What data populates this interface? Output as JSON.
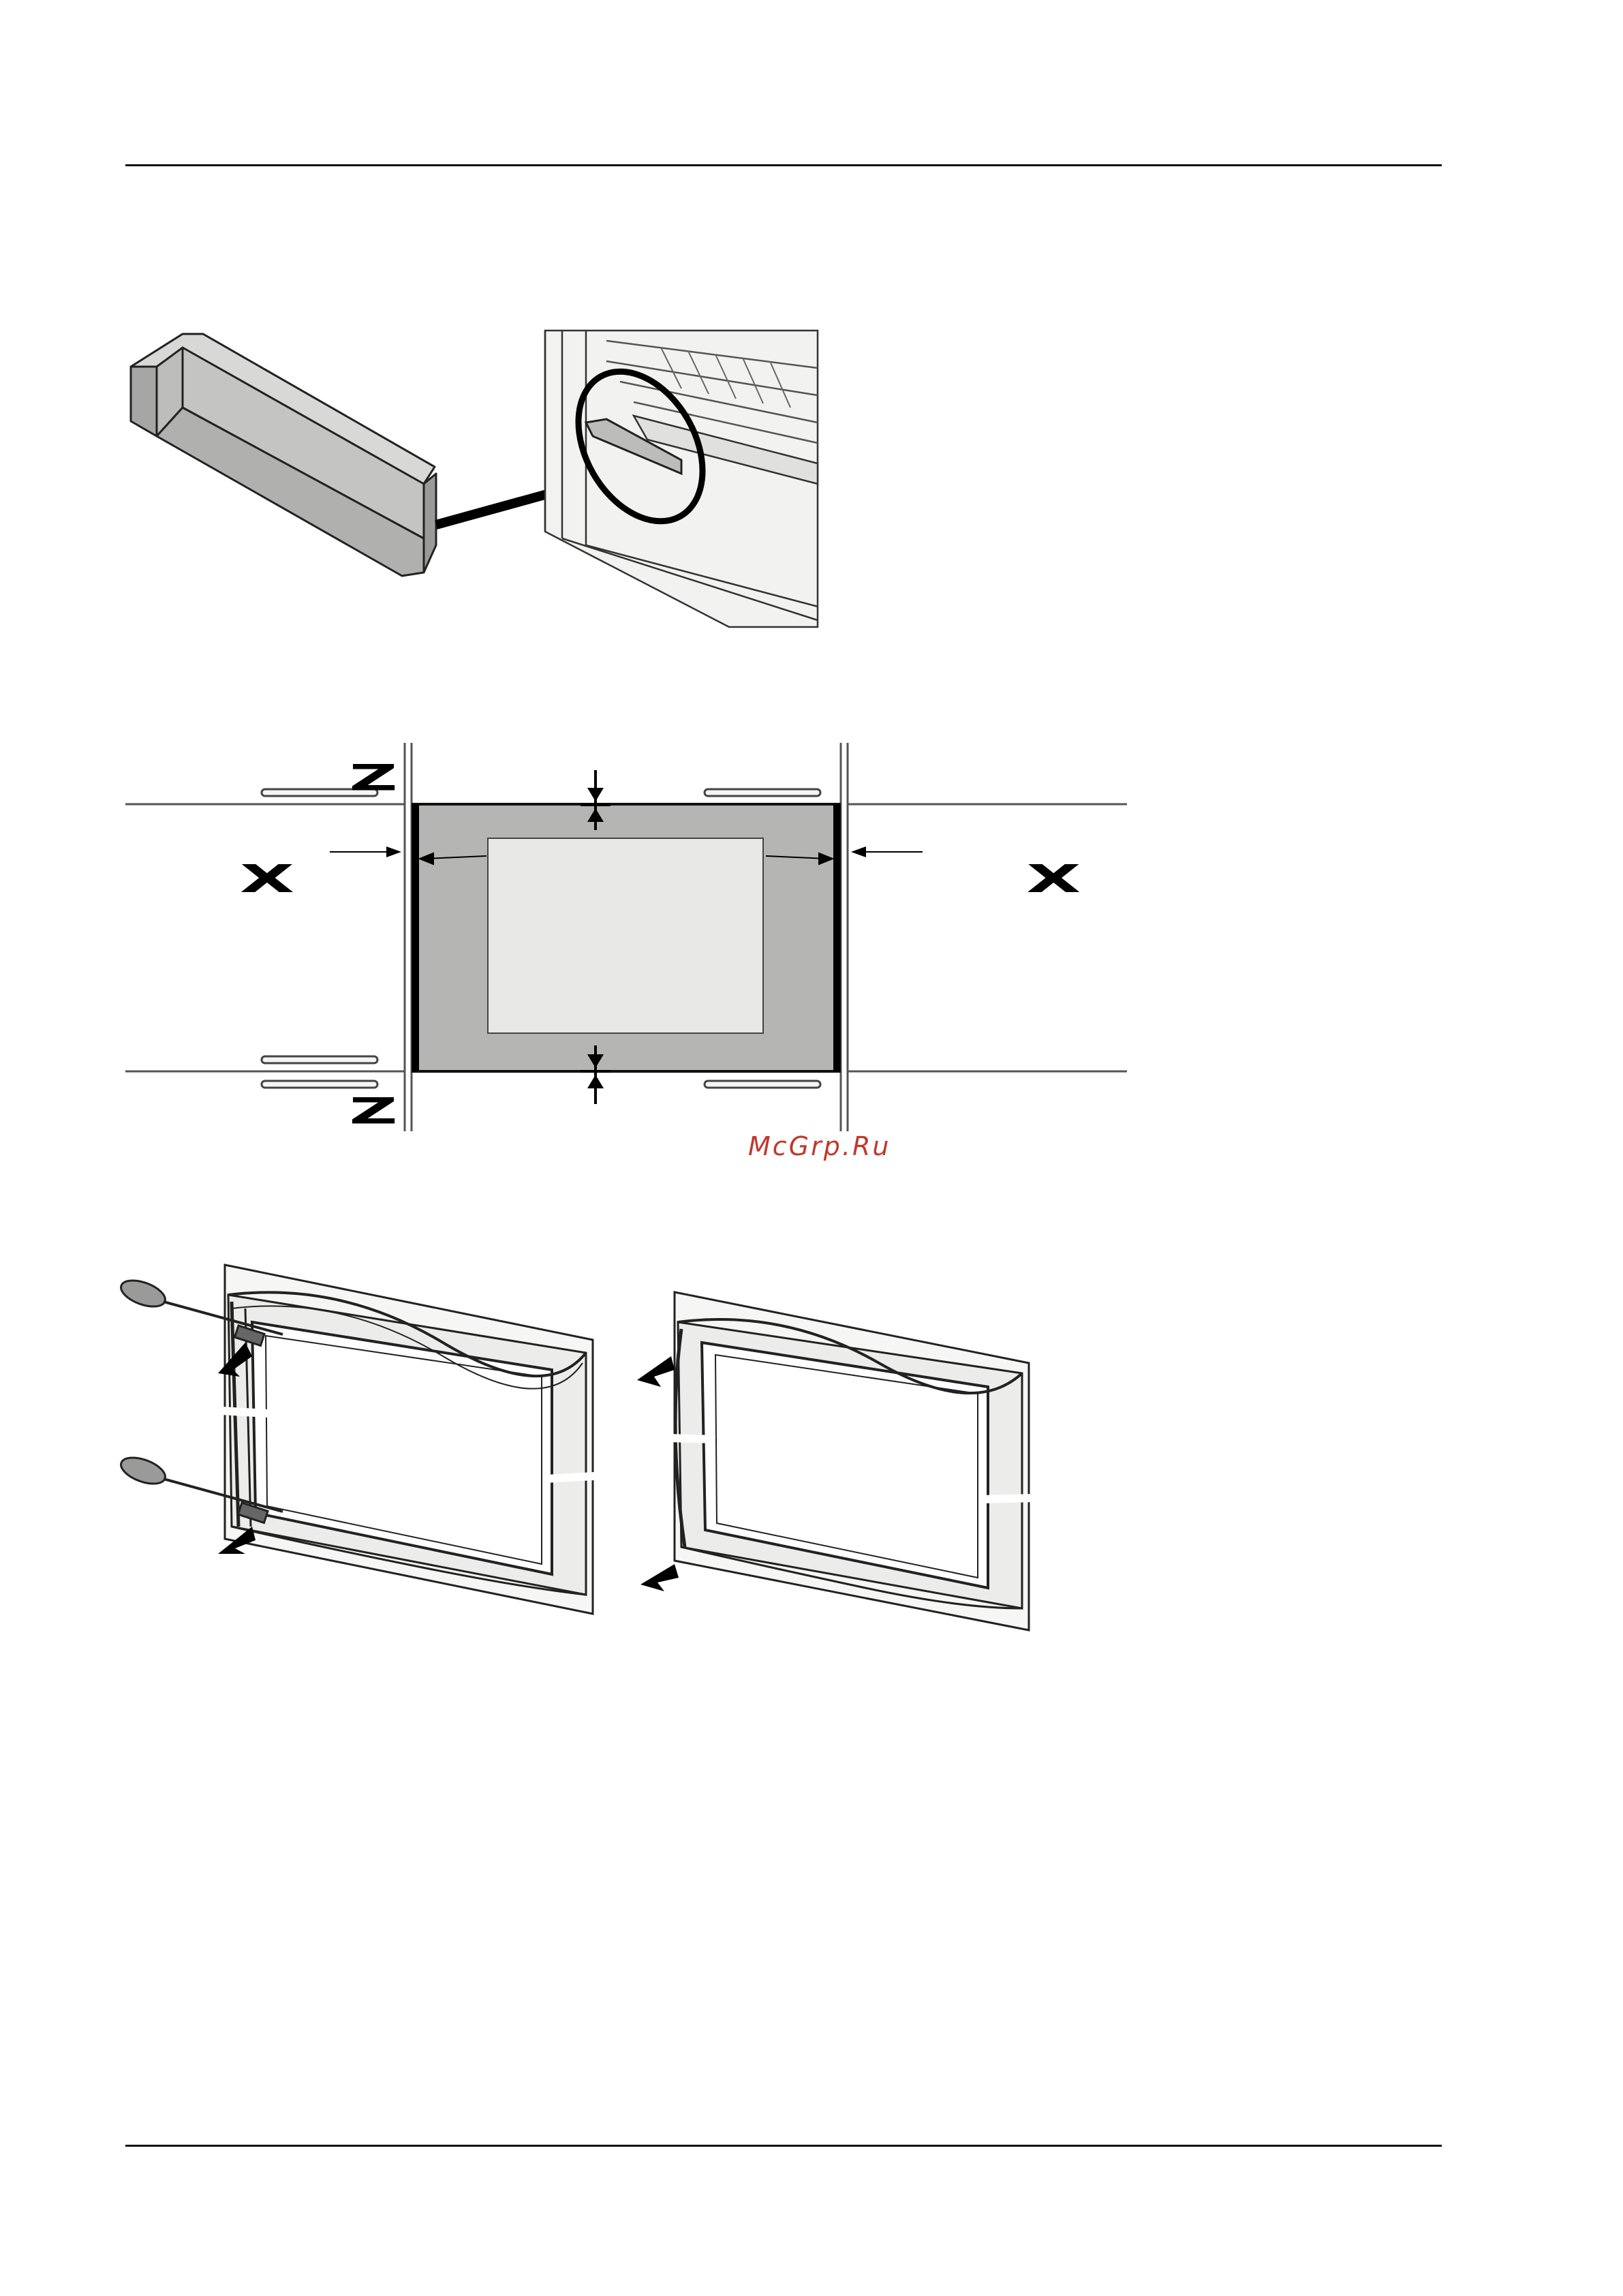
{
  "watermark": {
    "text": "McGrp.Ru",
    "color": "#c0392b"
  },
  "figures": {
    "door_spacer": {
      "icon": "spacer-block-insert-icon"
    },
    "gap_diagram": {
      "side_label": "X",
      "top_bottom_label": "Z",
      "door_fill": "#b5b5b3",
      "inner_fill": "#e8e8e6"
    },
    "door_seal": {
      "icon": "door-gasket-removal-icon"
    }
  }
}
